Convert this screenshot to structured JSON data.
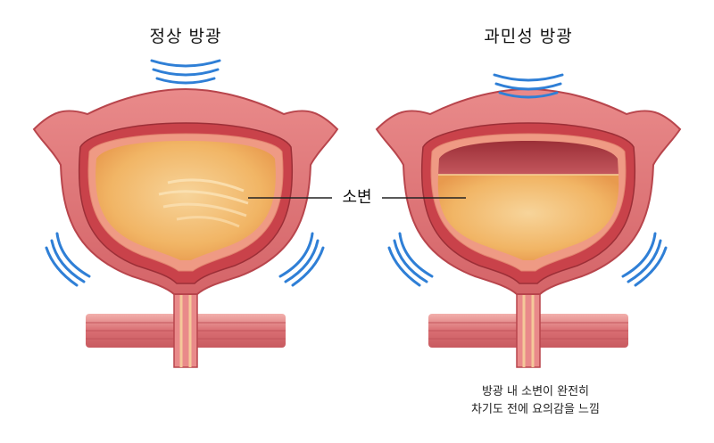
{
  "titles": {
    "normal": "정상 방광",
    "overactive": "과민성 방광"
  },
  "label_center": "소변",
  "caption": {
    "line1": "방광 내 소변이 완전히",
    "line2": "차기도 전에 요의감을 느낌"
  },
  "colors": {
    "outer_wall": "#e0787a",
    "outer_wall_dark": "#b8454c",
    "inner_wall": "#c9424a",
    "lining": "#ef9a84",
    "urine": "#f1b565",
    "urine_light": "#f7d49a",
    "urine_dark_band": "#a8383e",
    "muscle_band": "#d9787a",
    "wave": "#2f7fd6"
  }
}
